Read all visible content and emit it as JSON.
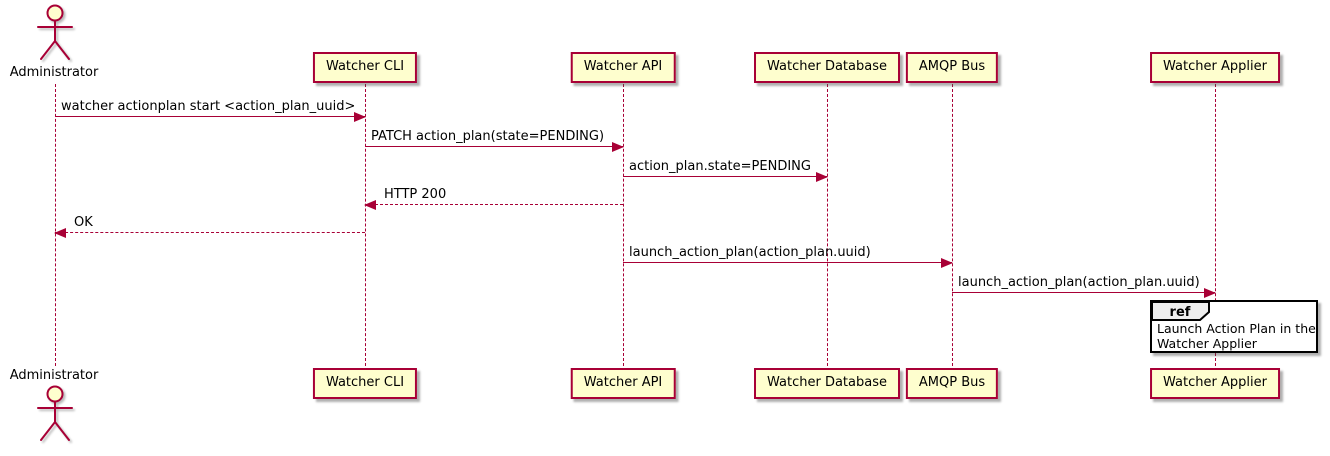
{
  "colors": {
    "accent": "#A80036",
    "fill": "#FEFECE",
    "ref-header": "#EEEEEE",
    "text": "#000000"
  },
  "actor": {
    "label": "Administrator"
  },
  "participants": [
    {
      "id": "watcher-cli",
      "label": "Watcher CLI"
    },
    {
      "id": "watcher-api",
      "label": "Watcher API"
    },
    {
      "id": "watcher-database",
      "label": "Watcher Database"
    },
    {
      "id": "amqp-bus",
      "label": "AMQP Bus"
    },
    {
      "id": "watcher-applier",
      "label": "Watcher Applier"
    }
  ],
  "messages": [
    {
      "label": "watcher actionplan start <action_plan_uuid>",
      "from": "Administrator",
      "to": "Watcher CLI",
      "line": "solid",
      "direction": "right"
    },
    {
      "label": "PATCH action_plan(state=PENDING)",
      "from": "Watcher CLI",
      "to": "Watcher API",
      "line": "solid",
      "direction": "right"
    },
    {
      "label": "action_plan.state=PENDING",
      "from": "Watcher API",
      "to": "Watcher Database",
      "line": "solid",
      "direction": "right"
    },
    {
      "label": "HTTP 200",
      "from": "Watcher API",
      "to": "Watcher CLI",
      "line": "dashed",
      "direction": "left"
    },
    {
      "label": "OK",
      "from": "Watcher CLI",
      "to": "Administrator",
      "line": "dashed",
      "direction": "left"
    },
    {
      "label": "launch_action_plan(action_plan.uuid)",
      "from": "Watcher API",
      "to": "AMQP Bus",
      "line": "solid",
      "direction": "right"
    },
    {
      "label": "launch_action_plan(action_plan.uuid)",
      "from": "AMQP Bus",
      "to": "Watcher Applier",
      "line": "solid",
      "direction": "right"
    }
  ],
  "ref": {
    "keyword": "ref",
    "over": "Watcher Applier",
    "lines": [
      "Launch Action Plan in the",
      "Watcher Applier"
    ]
  }
}
